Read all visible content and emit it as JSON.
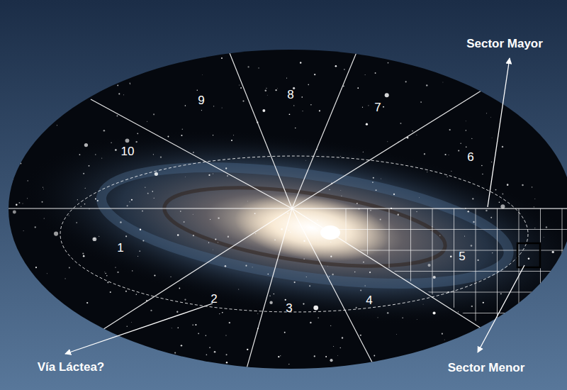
{
  "diagram": {
    "labels": [
      "Sector Mayor",
      "9",
      "8",
      "7",
      "10",
      "6",
      "1",
      "5",
      "2",
      "3",
      "4",
      "Vía Láctea?",
      "Sector Menor"
    ]
  }
}
